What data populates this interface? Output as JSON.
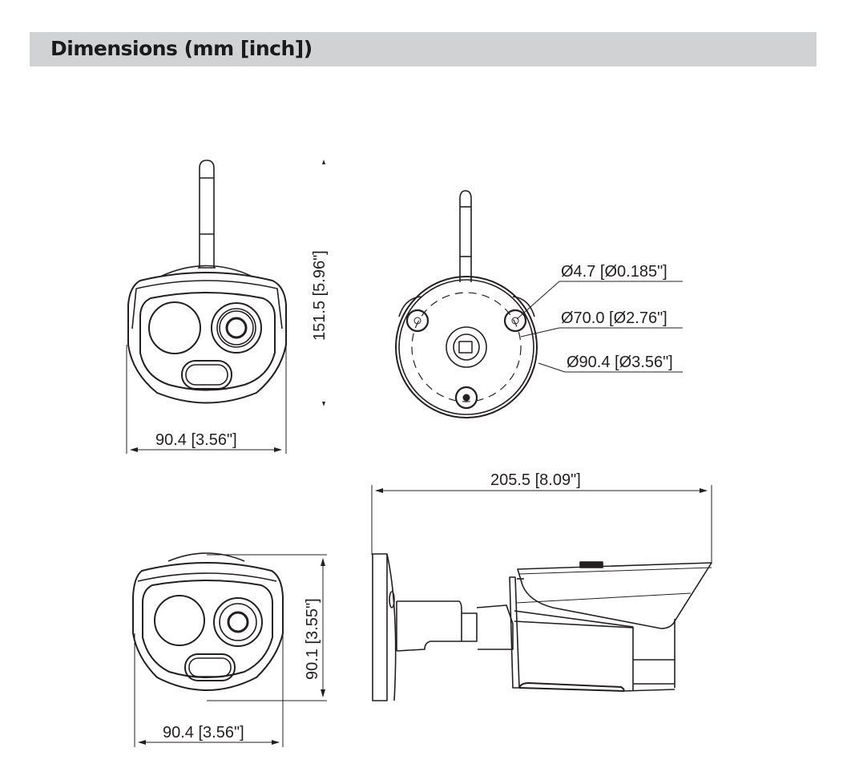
{
  "header": {
    "title": "Dimensions (mm [inch])",
    "background_color": "#d1d2d4"
  },
  "views": {
    "front_with_antenna": {
      "width_label": "90.4 [3.56\"]",
      "height_label": "151.5 [5.96\"]"
    },
    "mount_base": {
      "hole_label": "Ø4.7  [Ø0.185\"]",
      "bolt_circle_label": "Ø70.0  [Ø2.76\"]",
      "base_diameter_label": "Ø90.4 [Ø3.56\"]"
    },
    "front": {
      "width_label": "90.4 [3.56\"]",
      "height_label": "90.1 [3.55\"]"
    },
    "side": {
      "length_label": "205.5 [8.09\"]"
    }
  }
}
